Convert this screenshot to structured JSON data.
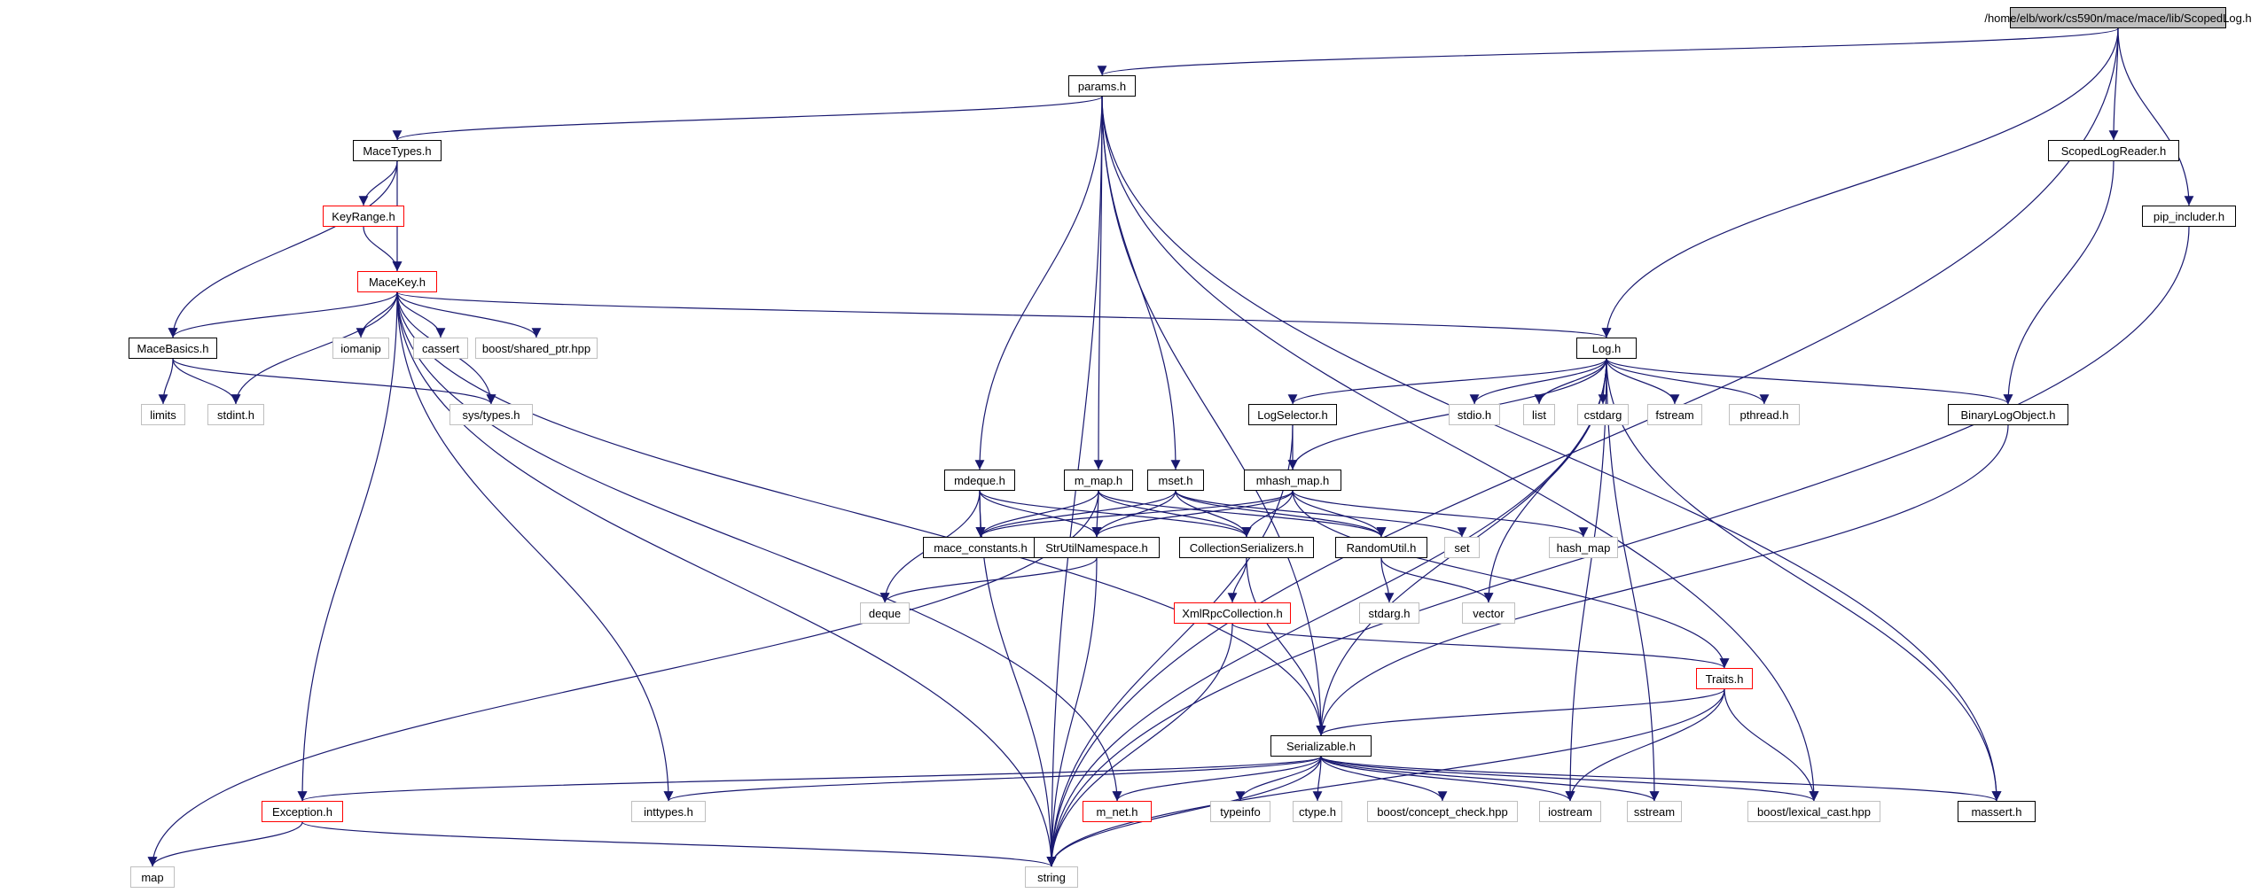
{
  "graph_title": "/home/elb/work/cs590n/mace/mace/lib/ScopedLog.h",
  "colors": {
    "edge": "#191970",
    "documented_border": "#000000",
    "truncated_border": "#ff0000",
    "external_border": "#bfbfbf",
    "root_fill": "#bfbfbf"
  },
  "nodes": [
    {
      "id": "root",
      "label": "/home/elb/work/cs590n/mace/mace/lib/ScopedLog.h",
      "kind": "root"
    },
    {
      "id": "params",
      "label": "params.h",
      "kind": "documented"
    },
    {
      "id": "scopedlogreader",
      "label": "ScopedLogReader.h",
      "kind": "documented"
    },
    {
      "id": "pip",
      "label": "pip_includer.h",
      "kind": "documented"
    },
    {
      "id": "macetypes",
      "label": "MaceTypes.h",
      "kind": "documented"
    },
    {
      "id": "keyrange",
      "label": "KeyRange.h",
      "kind": "truncated"
    },
    {
      "id": "macekey",
      "label": "MaceKey.h",
      "kind": "truncated"
    },
    {
      "id": "macebasics",
      "label": "MaceBasics.h",
      "kind": "documented"
    },
    {
      "id": "iomanip",
      "label": "iomanip",
      "kind": "external"
    },
    {
      "id": "cassert",
      "label": "cassert",
      "kind": "external"
    },
    {
      "id": "shared_ptr",
      "label": "boost/shared_ptr.hpp",
      "kind": "external"
    },
    {
      "id": "limits",
      "label": "limits",
      "kind": "external"
    },
    {
      "id": "stdint",
      "label": "stdint.h",
      "kind": "external"
    },
    {
      "id": "systypes",
      "label": "sys/types.h",
      "kind": "external"
    },
    {
      "id": "log",
      "label": "Log.h",
      "kind": "documented"
    },
    {
      "id": "logselector",
      "label": "LogSelector.h",
      "kind": "documented"
    },
    {
      "id": "stdio",
      "label": "stdio.h",
      "kind": "external"
    },
    {
      "id": "list",
      "label": "list",
      "kind": "external"
    },
    {
      "id": "cstdarg",
      "label": "cstdarg",
      "kind": "external"
    },
    {
      "id": "fstream",
      "label": "fstream",
      "kind": "external"
    },
    {
      "id": "pthread",
      "label": "pthread.h",
      "kind": "external"
    },
    {
      "id": "binarylog",
      "label": "BinaryLogObject.h",
      "kind": "documented"
    },
    {
      "id": "mdeque",
      "label": "mdeque.h",
      "kind": "documented"
    },
    {
      "id": "mmap",
      "label": "m_map.h",
      "kind": "documented"
    },
    {
      "id": "mset",
      "label": "mset.h",
      "kind": "documented"
    },
    {
      "id": "mhashmap",
      "label": "mhash_map.h",
      "kind": "documented"
    },
    {
      "id": "maceconst",
      "label": "mace_constants.h",
      "kind": "documented"
    },
    {
      "id": "strutil",
      "label": "StrUtilNamespace.h",
      "kind": "documented"
    },
    {
      "id": "collser",
      "label": "CollectionSerializers.h",
      "kind": "documented"
    },
    {
      "id": "randomutil",
      "label": "RandomUtil.h",
      "kind": "documented"
    },
    {
      "id": "set",
      "label": "set",
      "kind": "external"
    },
    {
      "id": "hash_map",
      "label": "hash_map",
      "kind": "external"
    },
    {
      "id": "deque",
      "label": "deque",
      "kind": "external"
    },
    {
      "id": "xmlrpc",
      "label": "XmlRpcCollection.h",
      "kind": "truncated"
    },
    {
      "id": "stdarg",
      "label": "stdarg.h",
      "kind": "external"
    },
    {
      "id": "vector",
      "label": "vector",
      "kind": "external"
    },
    {
      "id": "traits",
      "label": "Traits.h",
      "kind": "truncated"
    },
    {
      "id": "serializable",
      "label": "Serializable.h",
      "kind": "documented"
    },
    {
      "id": "exception",
      "label": "Exception.h",
      "kind": "truncated"
    },
    {
      "id": "inttypes",
      "label": "inttypes.h",
      "kind": "external"
    },
    {
      "id": "mnet",
      "label": "m_net.h",
      "kind": "truncated"
    },
    {
      "id": "typeinfo",
      "label": "typeinfo",
      "kind": "external"
    },
    {
      "id": "ctype",
      "label": "ctype.h",
      "kind": "external"
    },
    {
      "id": "concept",
      "label": "boost/concept_check.hpp",
      "kind": "external"
    },
    {
      "id": "iostream",
      "label": "iostream",
      "kind": "external"
    },
    {
      "id": "sstream",
      "label": "sstream",
      "kind": "external"
    },
    {
      "id": "lexical",
      "label": "boost/lexical_cast.hpp",
      "kind": "external"
    },
    {
      "id": "massert",
      "label": "massert.h",
      "kind": "documented"
    },
    {
      "id": "map",
      "label": "map",
      "kind": "external"
    },
    {
      "id": "string",
      "label": "string",
      "kind": "external"
    }
  ],
  "edges": [
    [
      "root",
      "params"
    ],
    [
      "root",
      "log"
    ],
    [
      "root",
      "scopedlogreader"
    ],
    [
      "root",
      "pip"
    ],
    [
      "root",
      "string"
    ],
    [
      "params",
      "macetypes"
    ],
    [
      "params",
      "mdeque"
    ],
    [
      "params",
      "mmap"
    ],
    [
      "params",
      "mset"
    ],
    [
      "params",
      "serializable"
    ],
    [
      "params",
      "massert"
    ],
    [
      "params",
      "lexical"
    ],
    [
      "params",
      "string"
    ],
    [
      "scopedlogreader",
      "binarylog"
    ],
    [
      "pip",
      "string"
    ],
    [
      "macetypes",
      "keyrange"
    ],
    [
      "macetypes",
      "macekey"
    ],
    [
      "macetypes",
      "macebasics"
    ],
    [
      "keyrange",
      "macekey"
    ],
    [
      "macekey",
      "macebasics"
    ],
    [
      "macekey",
      "iomanip"
    ],
    [
      "macekey",
      "cassert"
    ],
    [
      "macekey",
      "shared_ptr"
    ],
    [
      "macekey",
      "stdint"
    ],
    [
      "macekey",
      "systypes"
    ],
    [
      "macekey",
      "log"
    ],
    [
      "macekey",
      "exception"
    ],
    [
      "macekey",
      "inttypes"
    ],
    [
      "macekey",
      "mnet"
    ],
    [
      "macekey",
      "serializable"
    ],
    [
      "macekey",
      "string"
    ],
    [
      "macebasics",
      "limits"
    ],
    [
      "macebasics",
      "stdint"
    ],
    [
      "macebasics",
      "systypes"
    ],
    [
      "log",
      "logselector"
    ],
    [
      "log",
      "stdio"
    ],
    [
      "log",
      "list"
    ],
    [
      "log",
      "cstdarg"
    ],
    [
      "log",
      "fstream"
    ],
    [
      "log",
      "pthread"
    ],
    [
      "log",
      "binarylog"
    ],
    [
      "log",
      "mhashmap"
    ],
    [
      "log",
      "vector"
    ],
    [
      "log",
      "iostream"
    ],
    [
      "log",
      "sstream"
    ],
    [
      "log",
      "massert"
    ],
    [
      "log",
      "serializable"
    ],
    [
      "log",
      "string"
    ],
    [
      "logselector",
      "mhashmap"
    ],
    [
      "logselector",
      "string"
    ],
    [
      "binarylog",
      "serializable"
    ],
    [
      "mdeque",
      "maceconst"
    ],
    [
      "mdeque",
      "strutil"
    ],
    [
      "mdeque",
      "collser"
    ],
    [
      "mdeque",
      "deque"
    ],
    [
      "mdeque",
      "string"
    ],
    [
      "mmap",
      "maceconst"
    ],
    [
      "mmap",
      "strutil"
    ],
    [
      "mmap",
      "collser"
    ],
    [
      "mmap",
      "randomutil"
    ],
    [
      "mmap",
      "map"
    ],
    [
      "mset",
      "maceconst"
    ],
    [
      "mset",
      "strutil"
    ],
    [
      "mset",
      "collser"
    ],
    [
      "mset",
      "randomutil"
    ],
    [
      "mset",
      "set"
    ],
    [
      "mhashmap",
      "maceconst"
    ],
    [
      "mhashmap",
      "strutil"
    ],
    [
      "mhashmap",
      "collser"
    ],
    [
      "mhashmap",
      "randomutil"
    ],
    [
      "mhashmap",
      "hash_map"
    ],
    [
      "mhashmap",
      "traits"
    ],
    [
      "strutil",
      "deque"
    ],
    [
      "strutil",
      "string"
    ],
    [
      "collser",
      "xmlrpc"
    ],
    [
      "collser",
      "serializable"
    ],
    [
      "randomutil",
      "stdarg"
    ],
    [
      "randomutil",
      "vector"
    ],
    [
      "xmlrpc",
      "traits"
    ],
    [
      "xmlrpc",
      "string"
    ],
    [
      "traits",
      "serializable"
    ],
    [
      "traits",
      "iostream"
    ],
    [
      "traits",
      "lexical"
    ],
    [
      "traits",
      "string"
    ],
    [
      "serializable",
      "exception"
    ],
    [
      "serializable",
      "inttypes"
    ],
    [
      "serializable",
      "mnet"
    ],
    [
      "serializable",
      "typeinfo"
    ],
    [
      "serializable",
      "ctype"
    ],
    [
      "serializable",
      "concept"
    ],
    [
      "serializable",
      "iostream"
    ],
    [
      "serializable",
      "sstream"
    ],
    [
      "serializable",
      "lexical"
    ],
    [
      "serializable",
      "massert"
    ],
    [
      "serializable",
      "string"
    ],
    [
      "exception",
      "map"
    ],
    [
      "exception",
      "string"
    ]
  ]
}
